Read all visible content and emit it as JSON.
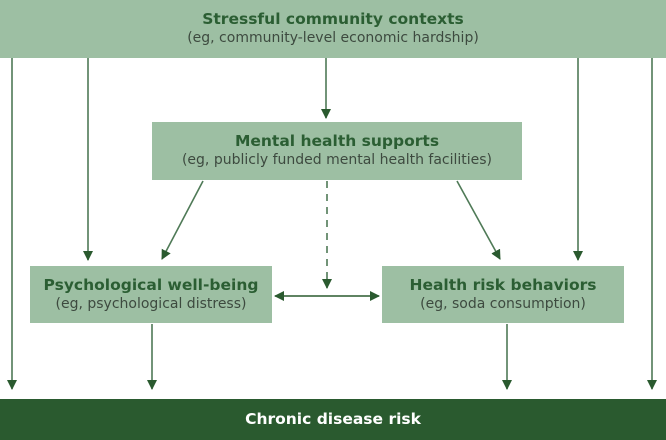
{
  "diagram": {
    "nodes": {
      "stressful_contexts": {
        "title": "Stressful community contexts",
        "example": "(eg, community-level economic hardship)"
      },
      "mental_health_supports": {
        "title": "Mental health supports",
        "example": "(eg, publicly funded mental health facilities)"
      },
      "psychological_wellbeing": {
        "title": "Psychological well-being",
        "example": "(eg, psychological distress)"
      },
      "health_risk_behaviors": {
        "title": "Health risk behaviors",
        "example": "(eg, soda consumption)"
      },
      "chronic_disease_risk": {
        "title": "Chronic disease risk"
      }
    },
    "edges": [
      {
        "from": "stressful_contexts",
        "to": "chronic_disease_risk",
        "style": "solid"
      },
      {
        "from": "stressful_contexts",
        "to": "psychological_wellbeing",
        "style": "solid"
      },
      {
        "from": "stressful_contexts",
        "to": "mental_health_supports",
        "style": "solid"
      },
      {
        "from": "stressful_contexts",
        "to": "health_risk_behaviors",
        "style": "solid"
      },
      {
        "from": "stressful_contexts",
        "to": "chronic_disease_risk",
        "style": "solid"
      },
      {
        "from": "mental_health_supports",
        "to": "psychological_wellbeing",
        "style": "solid"
      },
      {
        "from": "mental_health_supports",
        "to": "health_risk_behaviors",
        "style": "solid"
      },
      {
        "from": "mental_health_supports",
        "to": "psychological_wellbeing-health_risk_behaviors link",
        "style": "dashed"
      },
      {
        "from": "psychological_wellbeing",
        "to": "health_risk_behaviors",
        "style": "bidirectional"
      },
      {
        "from": "psychological_wellbeing",
        "to": "chronic_disease_risk",
        "style": "solid"
      },
      {
        "from": "health_risk_behaviors",
        "to": "chronic_disease_risk",
        "style": "solid"
      }
    ],
    "colors": {
      "box_fill": "#9dbfa3",
      "title_text": "#2b5e33",
      "arrow": "#2a5a2f",
      "outcome_fill": "#2a5a2f",
      "outcome_text": "#ffffff"
    }
  }
}
